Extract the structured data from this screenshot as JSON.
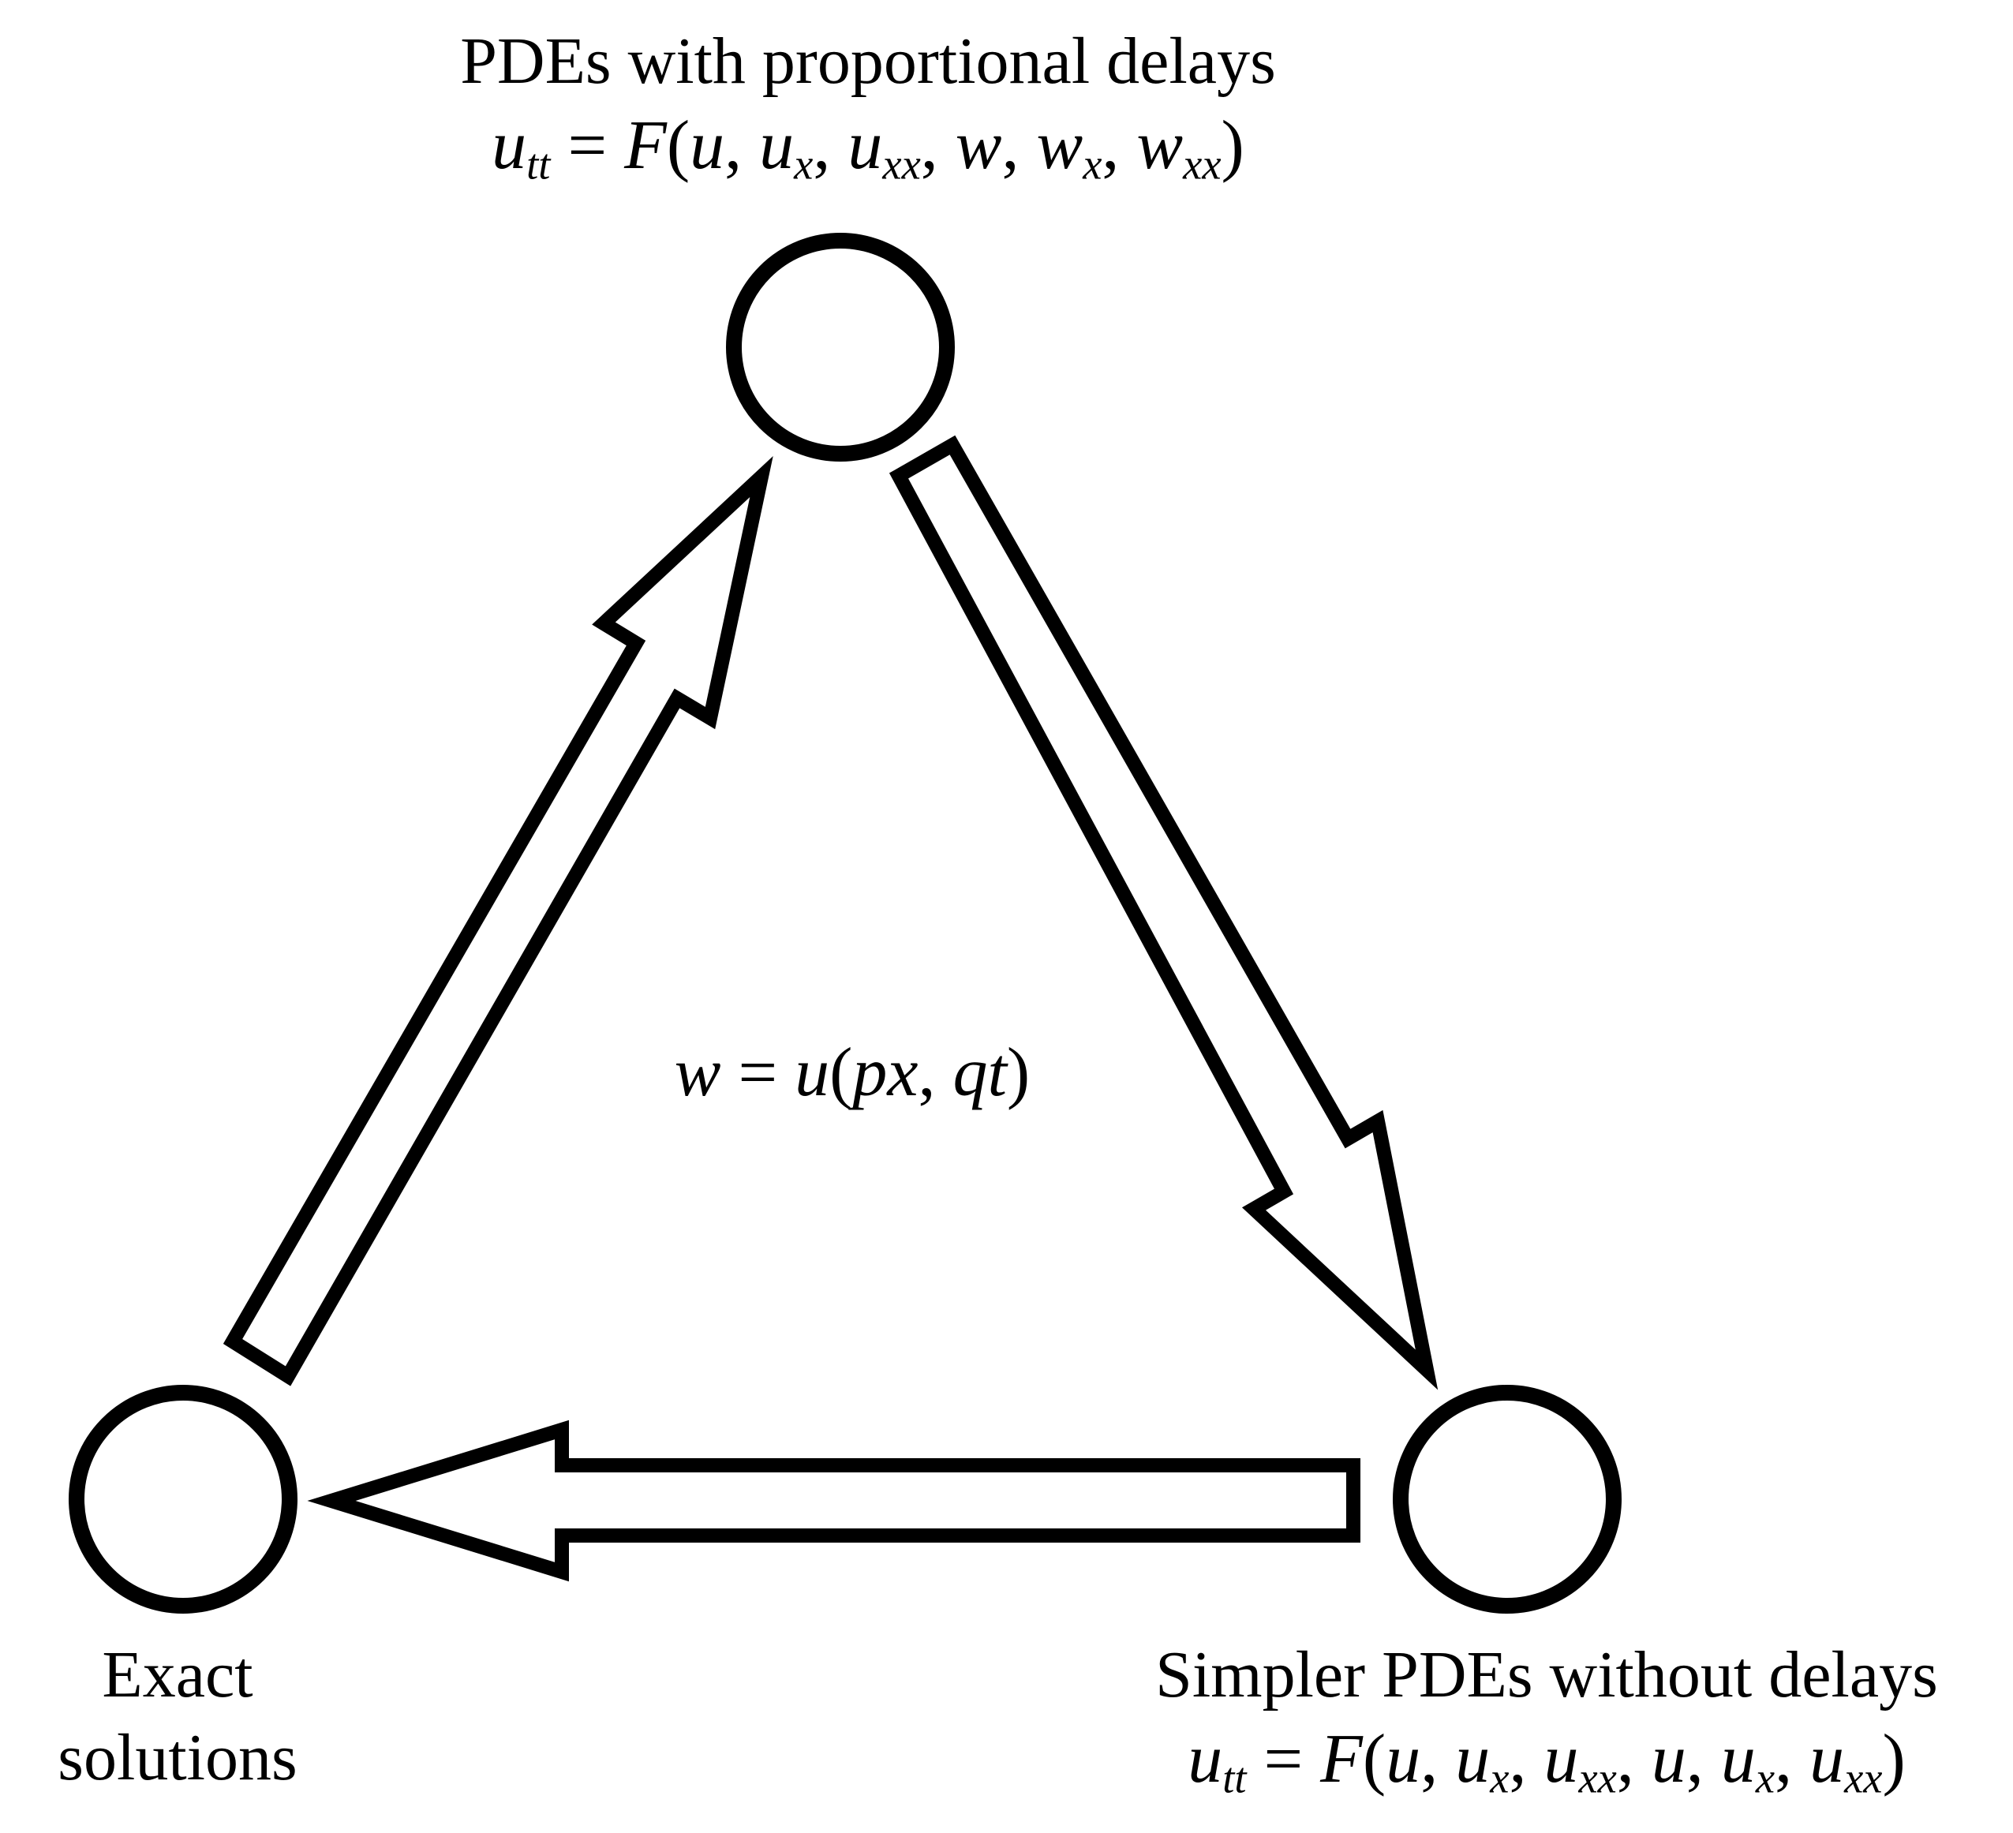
{
  "nodes": {
    "top": {
      "title": "PDEs with proportional delays",
      "equation": "u_tt = F(u, u_x, u_xx, w, w_x, w_xx)"
    },
    "bottom_right": {
      "title": "Simpler PDEs without delays",
      "equation": "u_tt = F(u, u_x, u_xx, u, u_x, u_xx)"
    },
    "bottom_left": {
      "title_line1": "Exact",
      "title_line2": "solutions"
    }
  },
  "center_equation": "w = u(px, qt)",
  "colors": {
    "stroke": "#000000",
    "fill": "#ffffff"
  }
}
